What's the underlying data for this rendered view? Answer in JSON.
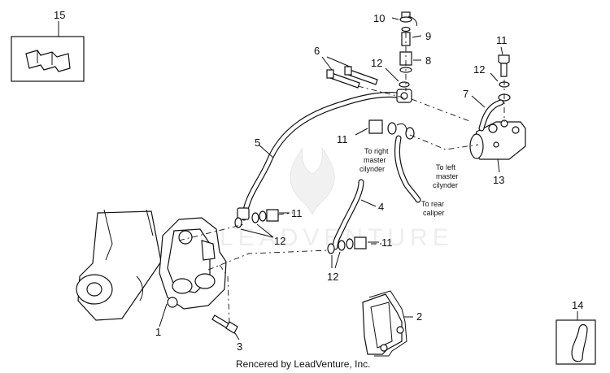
{
  "callouts": {
    "c1": "1",
    "c2": "2",
    "c3": "3",
    "c4": "4",
    "c5": "5",
    "c6": "6",
    "c7": "7",
    "c8": "8",
    "c9": "9",
    "c10": "10",
    "c11a": "11",
    "c11b": "11",
    "c11c": "11",
    "c11d": "11",
    "c12a": "12",
    "c12b": "12",
    "c12c": "12",
    "c12d": "12",
    "c13": "13",
    "c14": "14",
    "c15": "15"
  },
  "notes": {
    "right_master": [
      "To right",
      "master",
      "cilynder"
    ],
    "left_master": [
      "To left",
      "master",
      "cilynder"
    ],
    "rear_caliper": [
      "To rear",
      "caliper"
    ]
  },
  "watermark": "LEADVENTURE",
  "footer": "Rencered by LeadVenture, Inc."
}
